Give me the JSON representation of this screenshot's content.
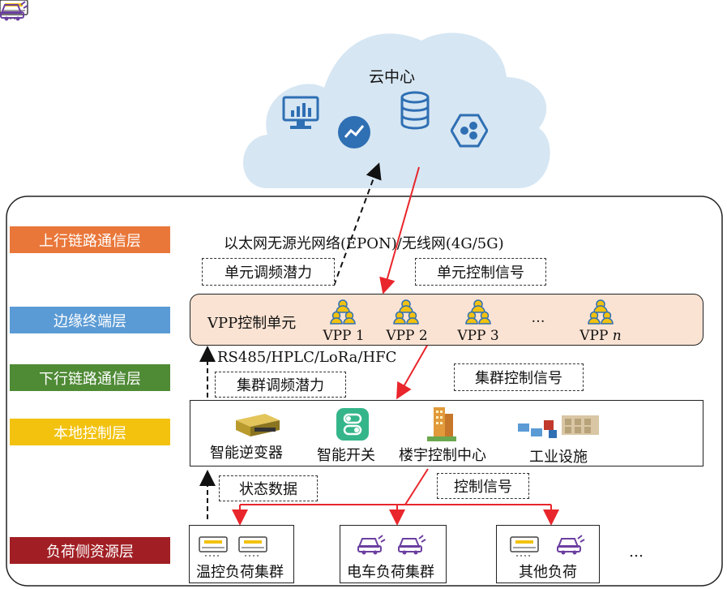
{
  "cloud": {
    "title": "云中心"
  },
  "layers": [
    {
      "label": "上行链路通信层",
      "color": "#e9773a"
    },
    {
      "label": "边缘终端层",
      "color": "#5b9bd5"
    },
    {
      "label": "下行链路通信层",
      "color": "#4f8a35"
    },
    {
      "label": "本地控制层",
      "color": "#f2c20f"
    },
    {
      "label": "负荷侧资源层",
      "color": "#a11f24"
    }
  ],
  "uplink": {
    "protocol": "以太网无源光网络(EPON)/无线网(4G/5G)",
    "potential": "单元调频潜力",
    "control": "单元控制信号"
  },
  "edge": {
    "unit_label": "VPP控制单元",
    "vpps": [
      "VPP 1",
      "VPP 2",
      "VPP 3"
    ],
    "ellipsis": "…",
    "vpp_n_prefix": "VPP ",
    "vpp_n_var": "n"
  },
  "downlink": {
    "protocol": "RS485/HPLC/LoRa/HFC",
    "potential": "集群调频潜力",
    "control": "集群控制信号"
  },
  "local": {
    "devices": [
      "智能逆变器",
      "智能开关",
      "楼宇控制中心",
      "工业设施"
    ]
  },
  "bottom_link": {
    "status": "状态数据",
    "control": "控制信号"
  },
  "resources": {
    "groups": [
      "温控负荷集群",
      "电车负荷集群",
      "其他负荷"
    ],
    "ellipsis": "…"
  },
  "colors": {
    "red_arrow": "#e8262b",
    "edge_fill": "#fbe3d3",
    "cloud": "#d6e6f3",
    "icon_blue": "#2f6fb3"
  }
}
